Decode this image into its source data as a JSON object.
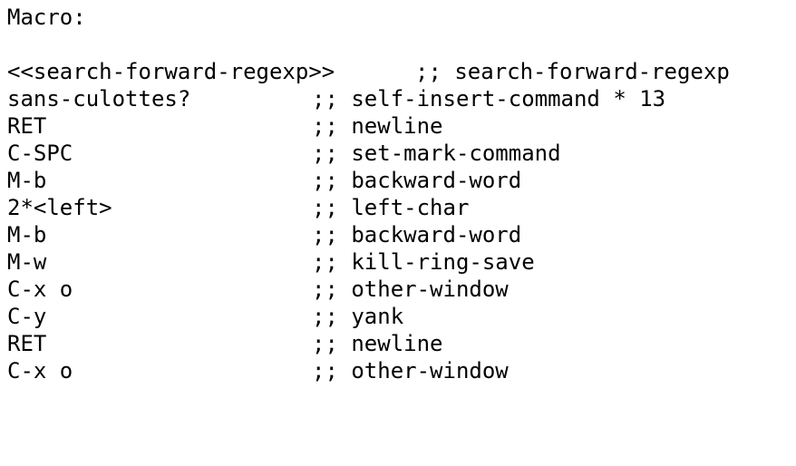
{
  "macro_label": "Macro:",
  "rows": [
    {
      "key": "<<search-forward-regexp>>",
      "comment": ";; search-forward-regexp"
    },
    {
      "key": "sans-culottes?",
      "comment": ";; self-insert-command * 13"
    },
    {
      "key": "RET",
      "comment": ";; newline"
    },
    {
      "key": "C-SPC",
      "comment": ";; set-mark-command"
    },
    {
      "key": "M-b",
      "comment": ";; backward-word"
    },
    {
      "key": "2*<left>",
      "comment": ";; left-char"
    },
    {
      "key": "M-b",
      "comment": ";; backward-word"
    },
    {
      "key": "M-w",
      "comment": ";; kill-ring-save"
    },
    {
      "key": "C-x o",
      "comment": ";; other-window"
    },
    {
      "key": "C-y",
      "comment": ";; yank"
    },
    {
      "key": "RET",
      "comment": ";; newline"
    },
    {
      "key": "C-x o",
      "comment": ";; other-window"
    }
  ]
}
